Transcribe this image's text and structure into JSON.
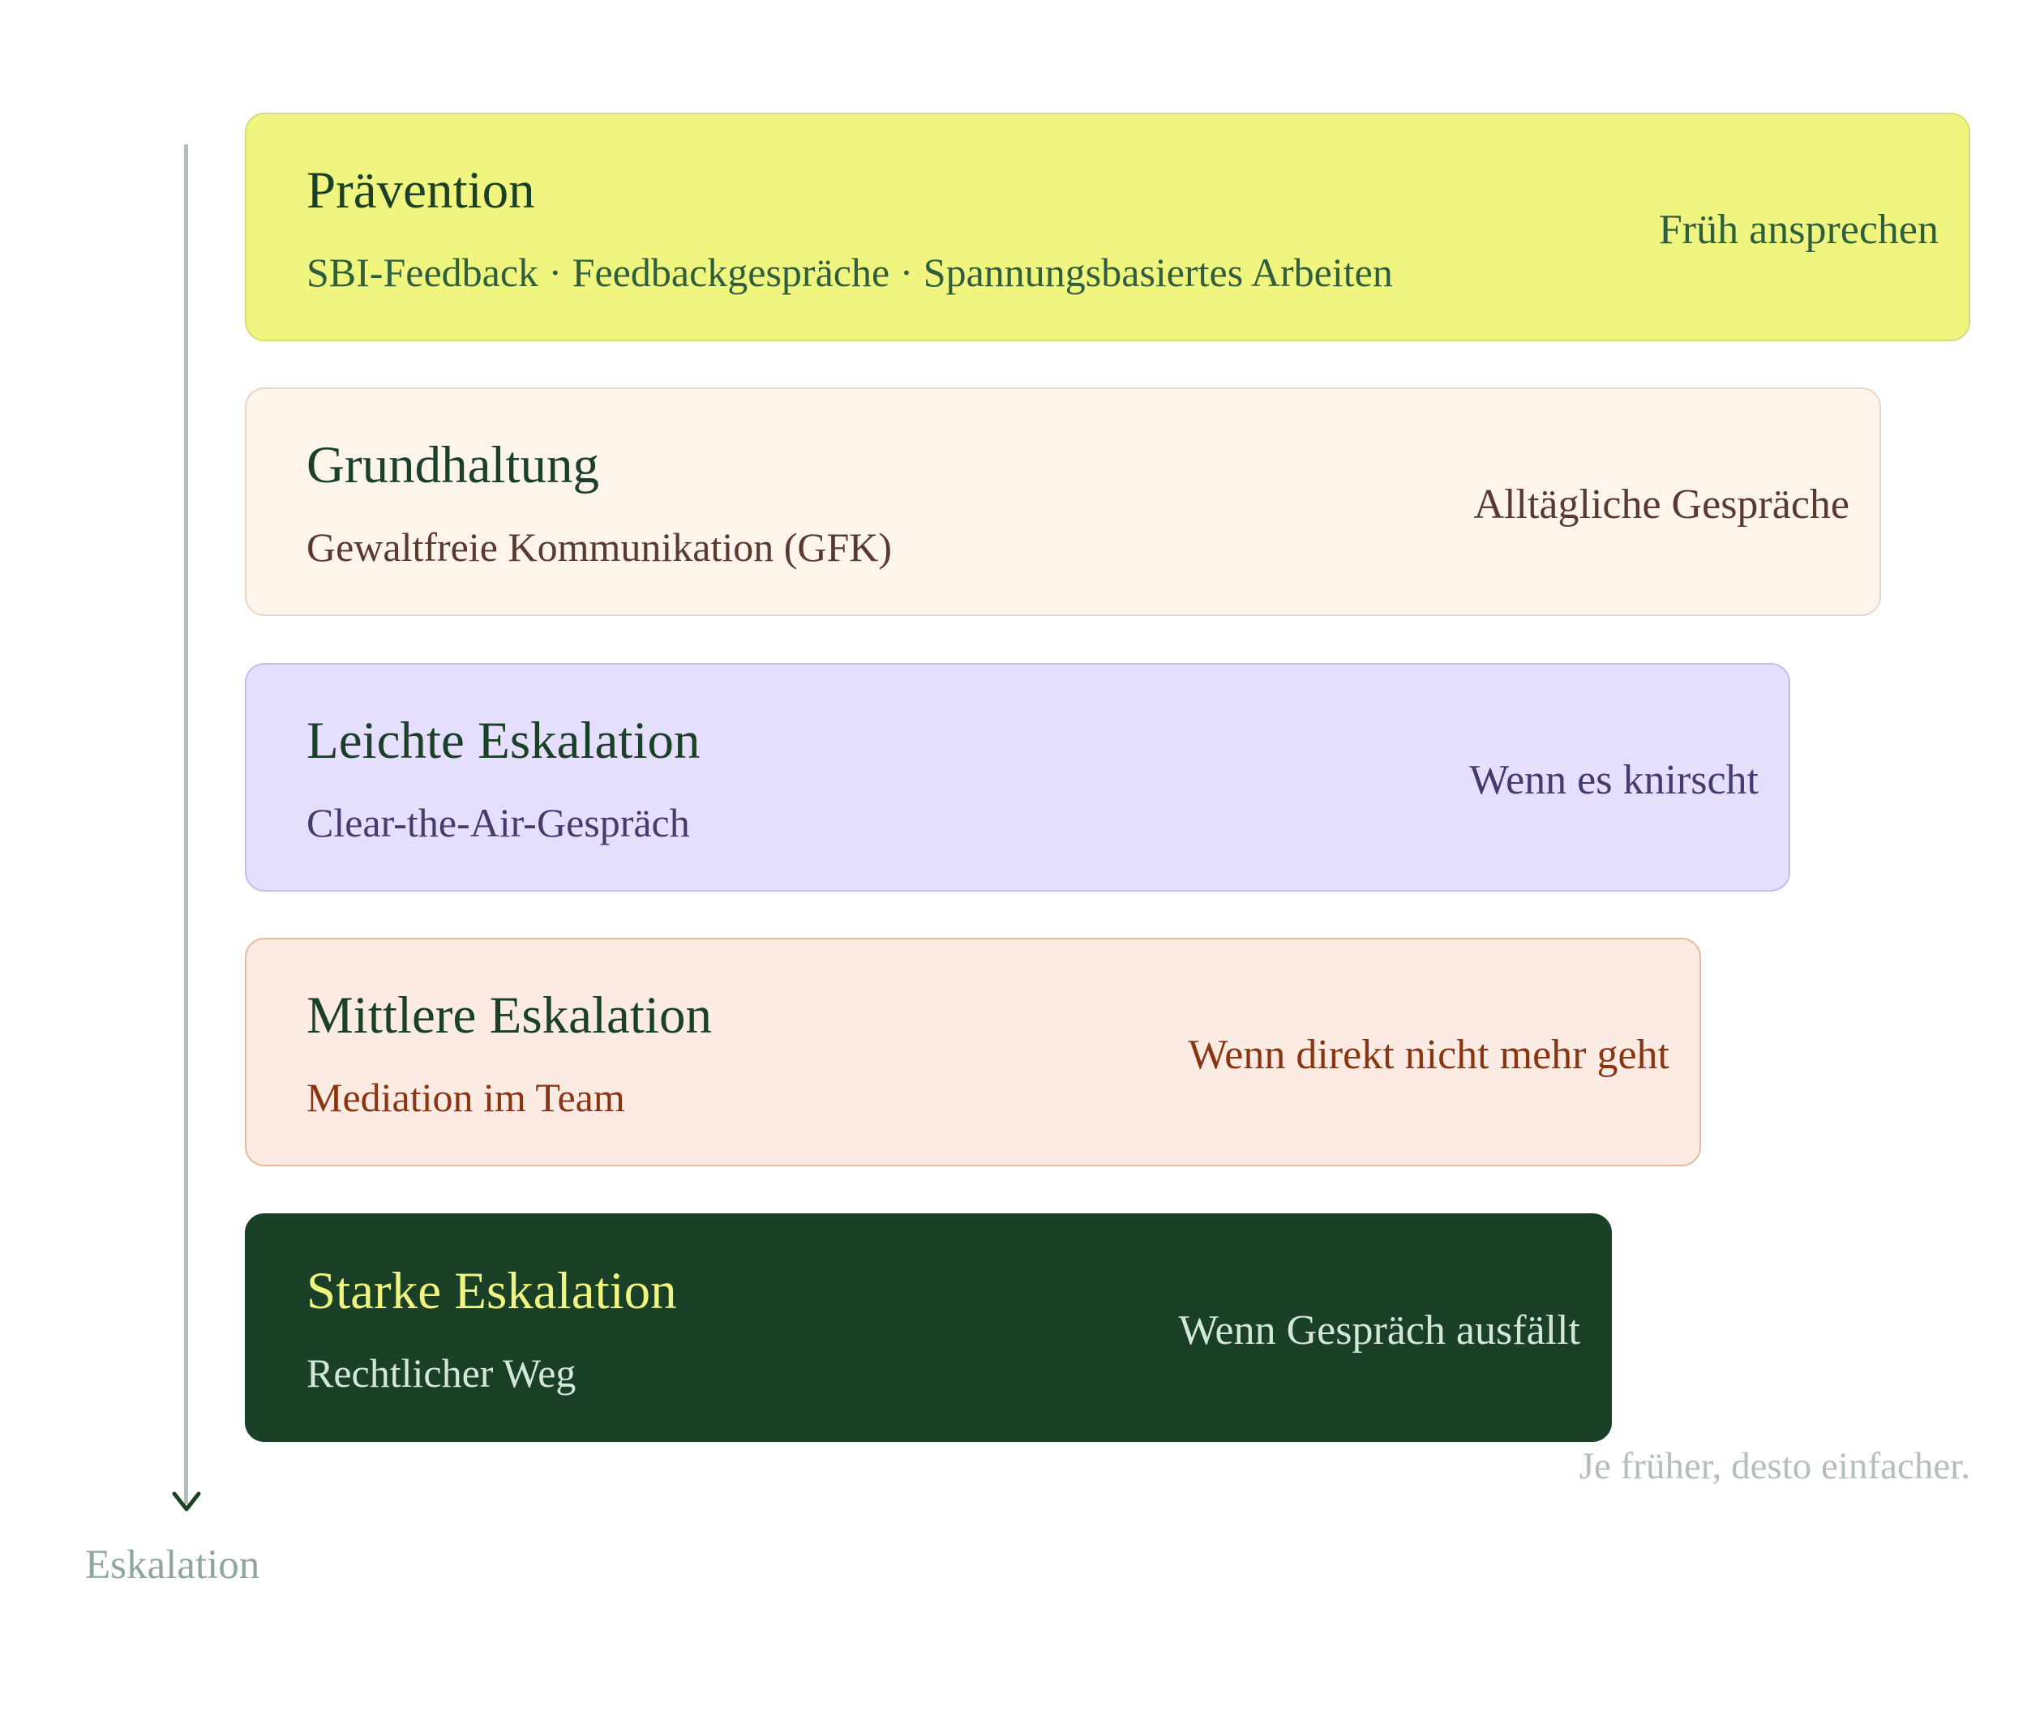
{
  "axis": {
    "label": "Eskalation"
  },
  "stages": [
    {
      "title": "Prävention",
      "methods": "SBI-Feedback · Feedbackgespräche · Spannungsbasiertes Arbeiten",
      "trigger": "Früh ansprechen",
      "color": "#eff57f"
    },
    {
      "title": "Grundhaltung",
      "methods": "Gewaltfreie Kommunikation (GFK)",
      "trigger": "Alltägliche Gespräche",
      "color": "#fdf4ec"
    },
    {
      "title": "Leichte Eskalation",
      "methods": "Clear-the-Air-Gespräch",
      "trigger": "Wenn es knirscht",
      "color": "#e6defd"
    },
    {
      "title": "Mittlere Eskalation",
      "methods": "Mediation im Team",
      "trigger": "Wenn direkt nicht mehr geht",
      "color": "#fcebe3"
    },
    {
      "title": "Starke Eskalation",
      "methods": "Rechtlicher Weg",
      "trigger": "Wenn Gespräch ausfällt",
      "color": "#1b4028"
    }
  ],
  "footnote": "Je früher, desto einfacher."
}
